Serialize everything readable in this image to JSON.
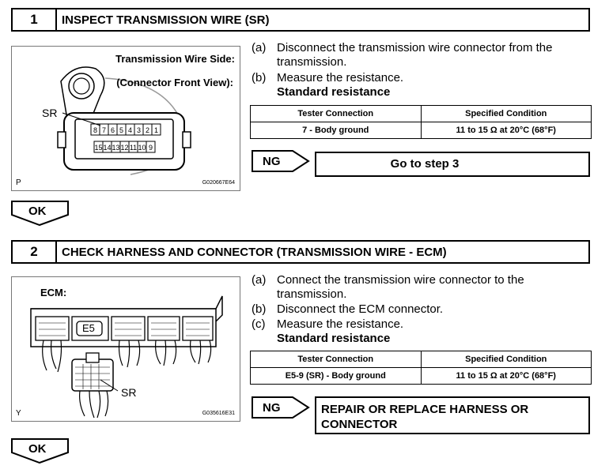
{
  "steps": [
    {
      "number": "1",
      "title": "INSPECT TRANSMISSION WIRE (SR)",
      "figure": {
        "heading_line1": "Transmission Wire Side:",
        "heading_line2": "(Connector Front View):",
        "callout": "SR",
        "top_pins": [
          "8",
          "7",
          "6",
          "5",
          "4",
          "3",
          "2",
          "1"
        ],
        "bottom_pins": [
          "15",
          "14",
          "13",
          "12",
          "11",
          "10",
          "9"
        ],
        "corner_letter": "P",
        "figure_code": "G020667E64"
      },
      "instructions": [
        {
          "label": "(a)",
          "line1": "Disconnect the transmission wire connector from the",
          "line2": "transmission."
        },
        {
          "label": "(b)",
          "line1": "Measure the resistance.",
          "line2": "Standard resistance"
        }
      ],
      "table": {
        "headers": [
          "Tester Connection",
          "Specified Condition"
        ],
        "rows": [
          [
            "7 - Body ground",
            "11 to 15 Ω at 20°C (68°F)"
          ]
        ]
      },
      "ng": {
        "label": "NG",
        "text_line1": "Go to step 3",
        "text_line2": ""
      },
      "ok_label": "OK"
    },
    {
      "number": "2",
      "title": "CHECK HARNESS AND CONNECTOR (TRANSMISSION WIRE - ECM)",
      "figure": {
        "ecm_label": "ECM:",
        "connector_label": "E5",
        "callout": "SR",
        "corner_letter": "Y",
        "figure_code": "G035616E31"
      },
      "instructions": [
        {
          "label": "(a)",
          "line1": "Connect the transmission wire connector to the",
          "line2": "transmission."
        },
        {
          "label": "(b)",
          "line1": "Disconnect the ECM connector.",
          "line2": ""
        },
        {
          "label": "(c)",
          "line1": "Measure the resistance.",
          "line2": "Standard resistance"
        }
      ],
      "table": {
        "headers": [
          "Tester Connection",
          "Specified Condition"
        ],
        "rows": [
          [
            "E5-9 (SR) - Body ground",
            "11 to 15 Ω at 20°C (68°F)"
          ]
        ]
      },
      "ng": {
        "label": "NG",
        "text_line1": "REPAIR OR REPLACE HARNESS OR",
        "text_line2": "CONNECTOR"
      },
      "ok_label": "OK"
    }
  ]
}
